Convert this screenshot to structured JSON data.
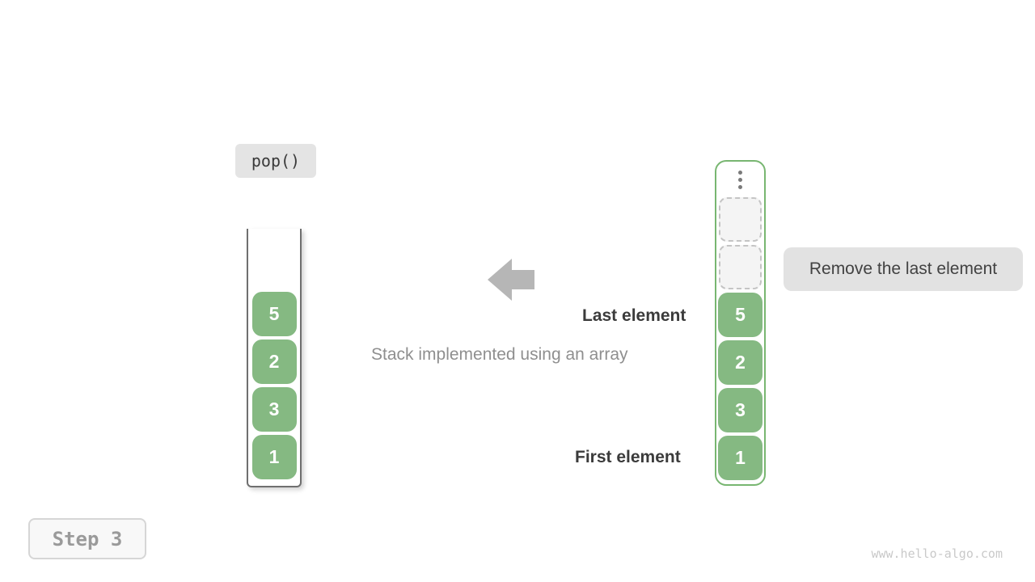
{
  "operation": {
    "label": "pop()"
  },
  "step": {
    "label": "Step 3"
  },
  "caption": "Stack implemented using an array",
  "annotations": {
    "remove_pill": "Remove the last element",
    "last_element": "Last element",
    "first_element": "First element"
  },
  "stack_view": {
    "values": [
      "5",
      "2",
      "3",
      "1"
    ]
  },
  "array_view": {
    "ellipsis": "vertical-dots",
    "empty_slot_count": 2,
    "values": [
      "5",
      "2",
      "3",
      "1"
    ]
  },
  "watermark": "www.hello-algo.com",
  "colors": {
    "element_green": "#85b982",
    "array_border_green": "#78b671",
    "arrow_gray": "#b6b6b6",
    "pill_gray": "#e2e2e2",
    "label_dark": "#3b3b3b",
    "caption_gray": "#8f8f8f",
    "step_text_gray": "#9a9a9a",
    "watermark_gray": "#c9c9c9"
  }
}
